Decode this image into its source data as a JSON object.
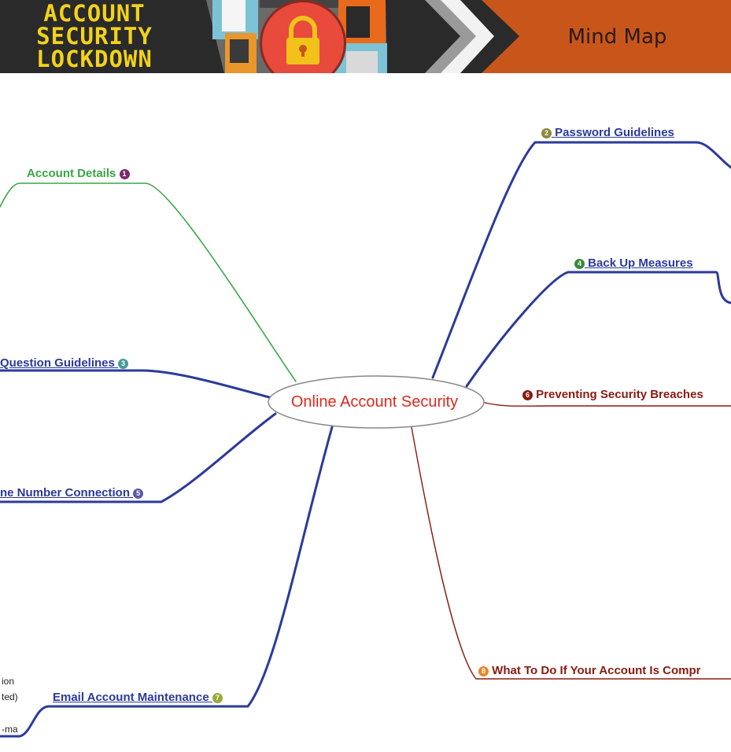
{
  "banner": {
    "brand_lines": [
      "ACCOUNT",
      "SECURITY",
      "LOCKDOWN"
    ],
    "section_title": "Mind Map",
    "colors": {
      "background": "#2a2a2a",
      "brand_text": "#f2d21b",
      "accent": "#c8561b",
      "lock_circle": "#e84a3c",
      "lock_body": "#f2c21b"
    }
  },
  "icons": {
    "lock": "padlock-icon",
    "arrow": "chevron-right-icon"
  },
  "mindmap": {
    "center": "Online Account Security",
    "branches": {
      "account_details": {
        "label": "Account Details",
        "marker": "1"
      },
      "password_guidelines": {
        "label": "Password Guidelines",
        "marker": "2"
      },
      "question_guidelines": {
        "label": "Question Guidelines",
        "marker": "3"
      },
      "back_up_measures": {
        "label": "Back Up Measures",
        "marker": "4"
      },
      "phone_number_connection": {
        "label": "ne Number Connection",
        "marker": "5"
      },
      "preventing_security_breaches": {
        "label": "Preventing Security Breaches",
        "marker": "6"
      },
      "email_account_maintenance": {
        "label": "Email Account Maintenance",
        "marker": "7"
      },
      "what_to_do": {
        "label": "What To Do If Your Account Is Compr",
        "marker": "8"
      }
    },
    "fragments": [
      "ion",
      "ted)",
      "-ma"
    ],
    "colors": {
      "blue": "#2b3a9a",
      "green": "#3aa646",
      "red": "#8a1a10",
      "center_text": "#e0281c"
    }
  }
}
